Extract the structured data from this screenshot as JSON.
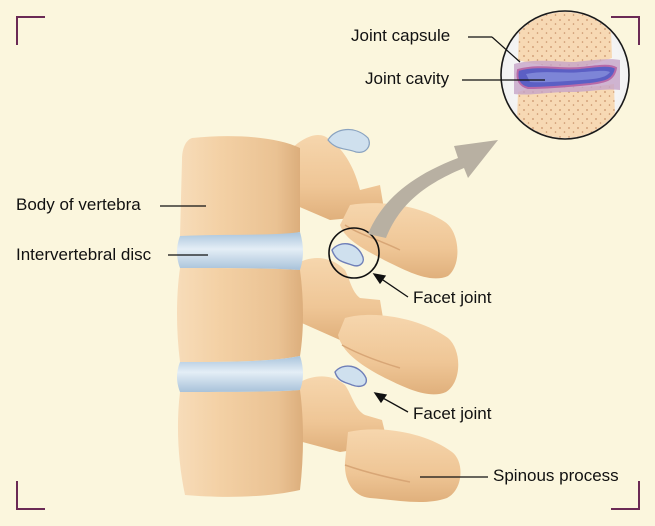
{
  "labels": {
    "joint_capsule": "Joint capsule",
    "joint_cavity": "Joint cavity",
    "body_of_vertebra": "Body of vertebra",
    "intervertebral_disc": "Intervertebral disc",
    "facet_joint_upper": "Facet joint",
    "facet_joint_lower": "Facet joint",
    "spinous_process": "Spinous process"
  },
  "colors": {
    "background": "#fbf6dd",
    "corner_marks": "#6b2a55",
    "bone": "#f3d0a6",
    "disc": "#cbdcea",
    "joint_cavity": "#5b5fc4",
    "joint_capsule": "#b86aa8",
    "arrow": "#b8b0a2"
  }
}
